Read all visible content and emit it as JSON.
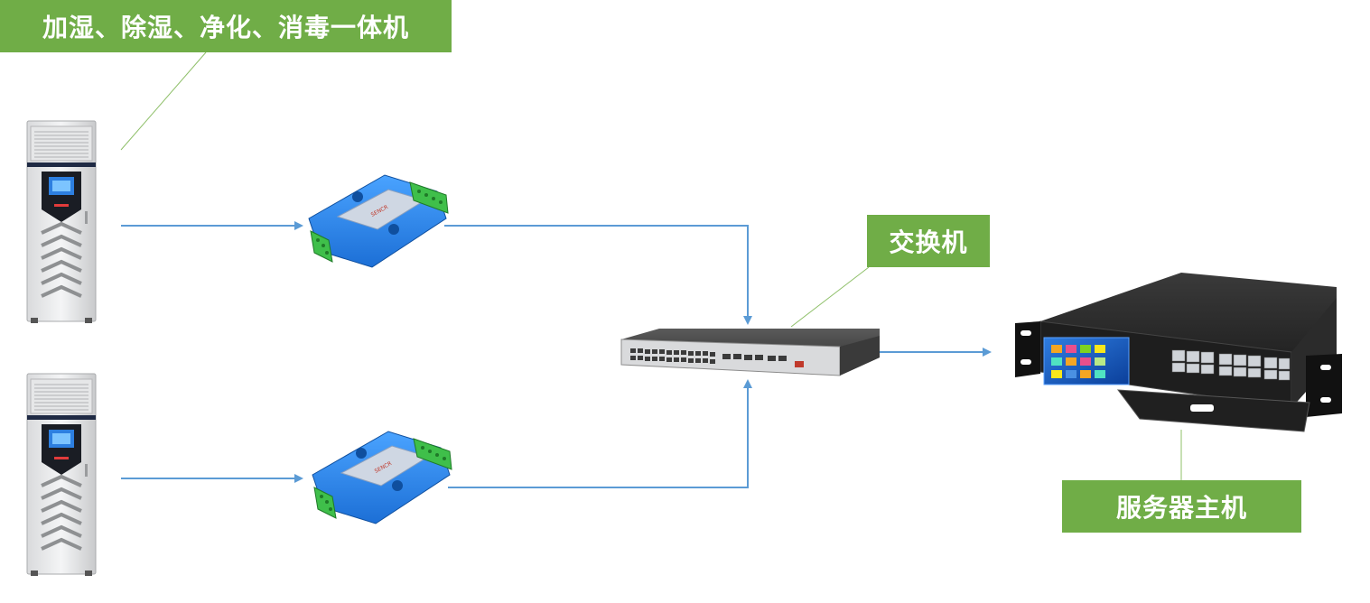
{
  "labels": {
    "unit": "加湿、除湿、净化、消毒一体机",
    "switch": "交换机",
    "server": "服务器主机"
  },
  "colors": {
    "label_bg": "#70ad47",
    "label_text": "#ffffff",
    "connector": "#5b9bd5",
    "callout_line": "#8fc06a"
  },
  "nodes": [
    {
      "id": "unit-1",
      "icon": "air-treatment-cabinet-icon"
    },
    {
      "id": "unit-2",
      "icon": "air-treatment-cabinet-icon"
    },
    {
      "id": "converter-1",
      "icon": "serial-converter-icon"
    },
    {
      "id": "converter-2",
      "icon": "serial-converter-icon"
    },
    {
      "id": "switch",
      "icon": "network-switch-icon"
    },
    {
      "id": "server",
      "icon": "rack-server-icon"
    }
  ],
  "connections": [
    {
      "from": "unit-1",
      "to": "converter-1"
    },
    {
      "from": "unit-2",
      "to": "converter-2"
    },
    {
      "from": "converter-1",
      "to": "switch"
    },
    {
      "from": "converter-2",
      "to": "switch"
    },
    {
      "from": "switch",
      "to": "server"
    }
  ]
}
